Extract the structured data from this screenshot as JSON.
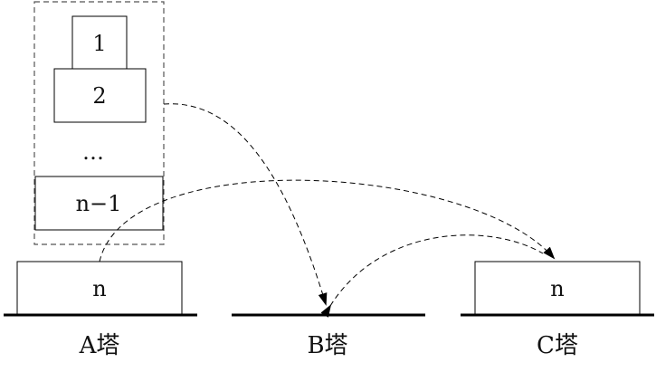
{
  "disks": {
    "d1": "1",
    "d2": "2",
    "ellipsis": "…",
    "dn1": "n−1",
    "dnA": "n",
    "dnC": "n"
  },
  "towers": {
    "a": "A塔",
    "b": "B塔",
    "c": "C塔"
  },
  "colors": {
    "line": "#000000",
    "dashed": "#555555",
    "background": "#ffffff"
  }
}
